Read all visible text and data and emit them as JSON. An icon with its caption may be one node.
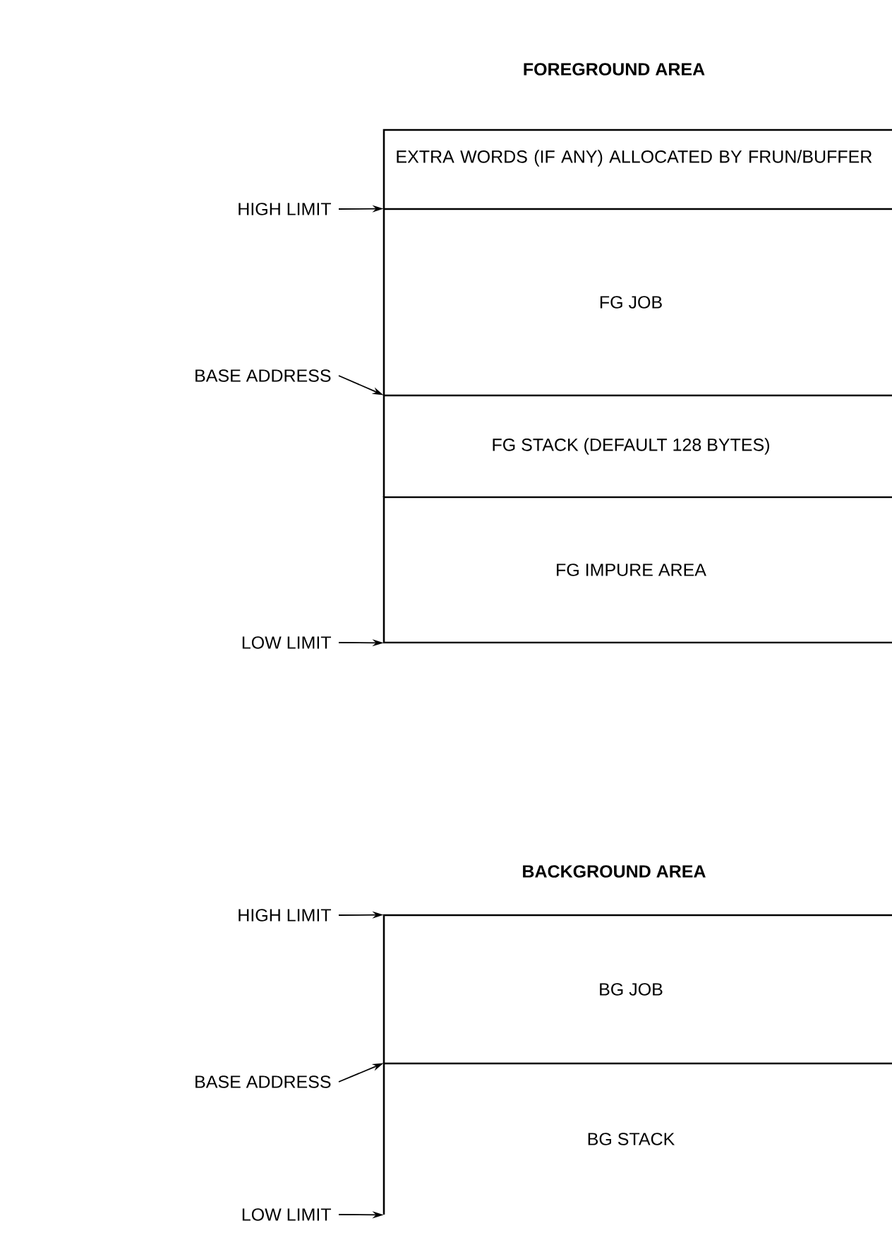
{
  "diagram": {
    "nodes": [
      {
        "text": [
          "EXTRA WORDS (IF ANY) ALLOCATED BY FRUN/BUFFER"
        ]
      },
      {
        "text": [
          "FG JOB"
        ]
      },
      {
        "text": [
          "FG STACK (DEFAULT 128 BYTES)"
        ]
      },
      {
        "text": [
          "FG IMPURE AREA"
        ]
      },
      {
        "text": [
          "HIGH LIMIT"
        ]
      },
      {
        "text": [
          "BASE ADDRESS"
        ]
      },
      {
        "text": [
          "LOW LIMIT"
        ]
      },
      {
        "text": [
          "BG JOB"
        ]
      },
      {
        "text": [
          "BG STACK"
        ]
      },
      {
        "text": [
          "HIGH LIMIT"
        ]
      },
      {
        "text": [
          "BASE ADDRESS"
        ]
      },
      {
        "text": [
          "LOW LIMIT"
        ]
      }
    ],
    "edges": [
      {
        "from": 4,
        "to": 1,
        "arrow": "to"
      },
      {
        "from": 5,
        "to": 2,
        "arrow": "to"
      },
      {
        "from": 6,
        "to": 3,
        "arrow": "to"
      },
      {
        "from": 9,
        "to": 7,
        "arrow": "to"
      },
      {
        "from": 10,
        "to": 8,
        "arrow": "to"
      },
      {
        "from": 11,
        "to": 8,
        "arrow": "to"
      }
    ],
    "labels": [
      "FOREGROUND AREA",
      "BACKGROUND AREA"
    ]
  }
}
